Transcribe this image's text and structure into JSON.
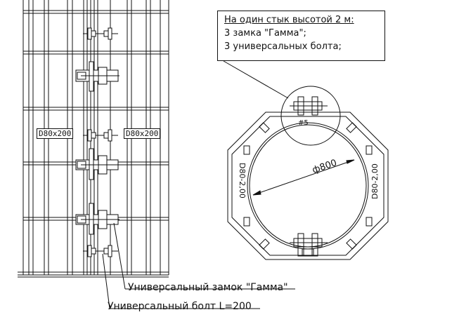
{
  "note": {
    "title": "На один стык высотой 2 м:",
    "line1": "3 замка \"Гамма\";",
    "line2": "3 универсальных болта;"
  },
  "labels": {
    "lock": "Универсальный замок \"Гамма\"",
    "bolt": "Универсальный болт L=200"
  },
  "tags": {
    "left": "D80x200",
    "right": "D80x200"
  },
  "section": {
    "diameter": "ф800",
    "left_side": "D80-2,00",
    "right_side": "D80-2,00",
    "detail_mark": "#5"
  }
}
